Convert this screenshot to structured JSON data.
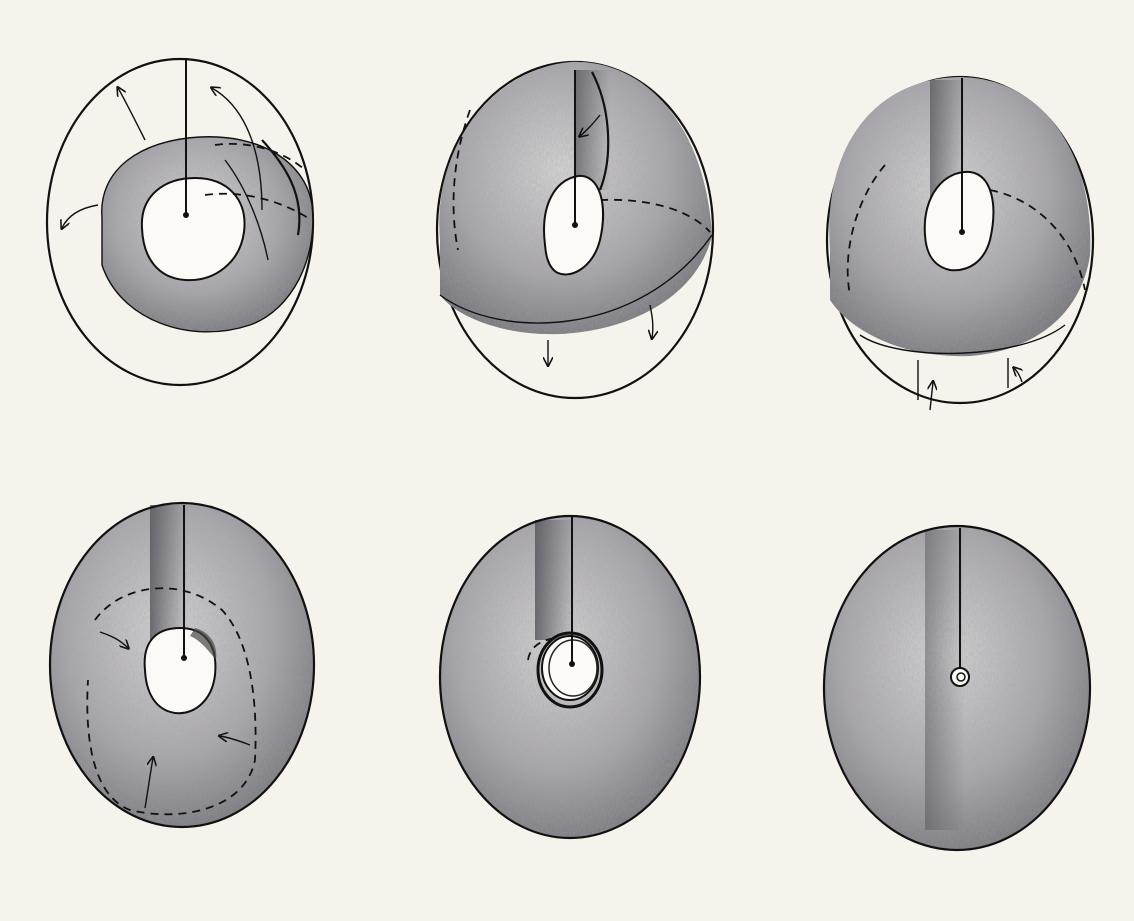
{
  "figure": {
    "panels": [
      {
        "id": "stage-1",
        "description_key": "ring-band-in-outline-sphere"
      },
      {
        "id": "stage-2",
        "description_key": "band-widened-upper-cap"
      },
      {
        "id": "stage-3",
        "description_key": "cap-nearly-closed"
      },
      {
        "id": "stage-4",
        "description_key": "closed-surface-with-hole"
      },
      {
        "id": "stage-5",
        "description_key": "hole-shrinking"
      },
      {
        "id": "stage-6",
        "description_key": "hole-almost-closed"
      }
    ],
    "colors": {
      "paper": "#f6f3ec",
      "ink": "#111111",
      "shade_dark": "#6b6b70",
      "shade_light": "#d8d6d6"
    }
  }
}
